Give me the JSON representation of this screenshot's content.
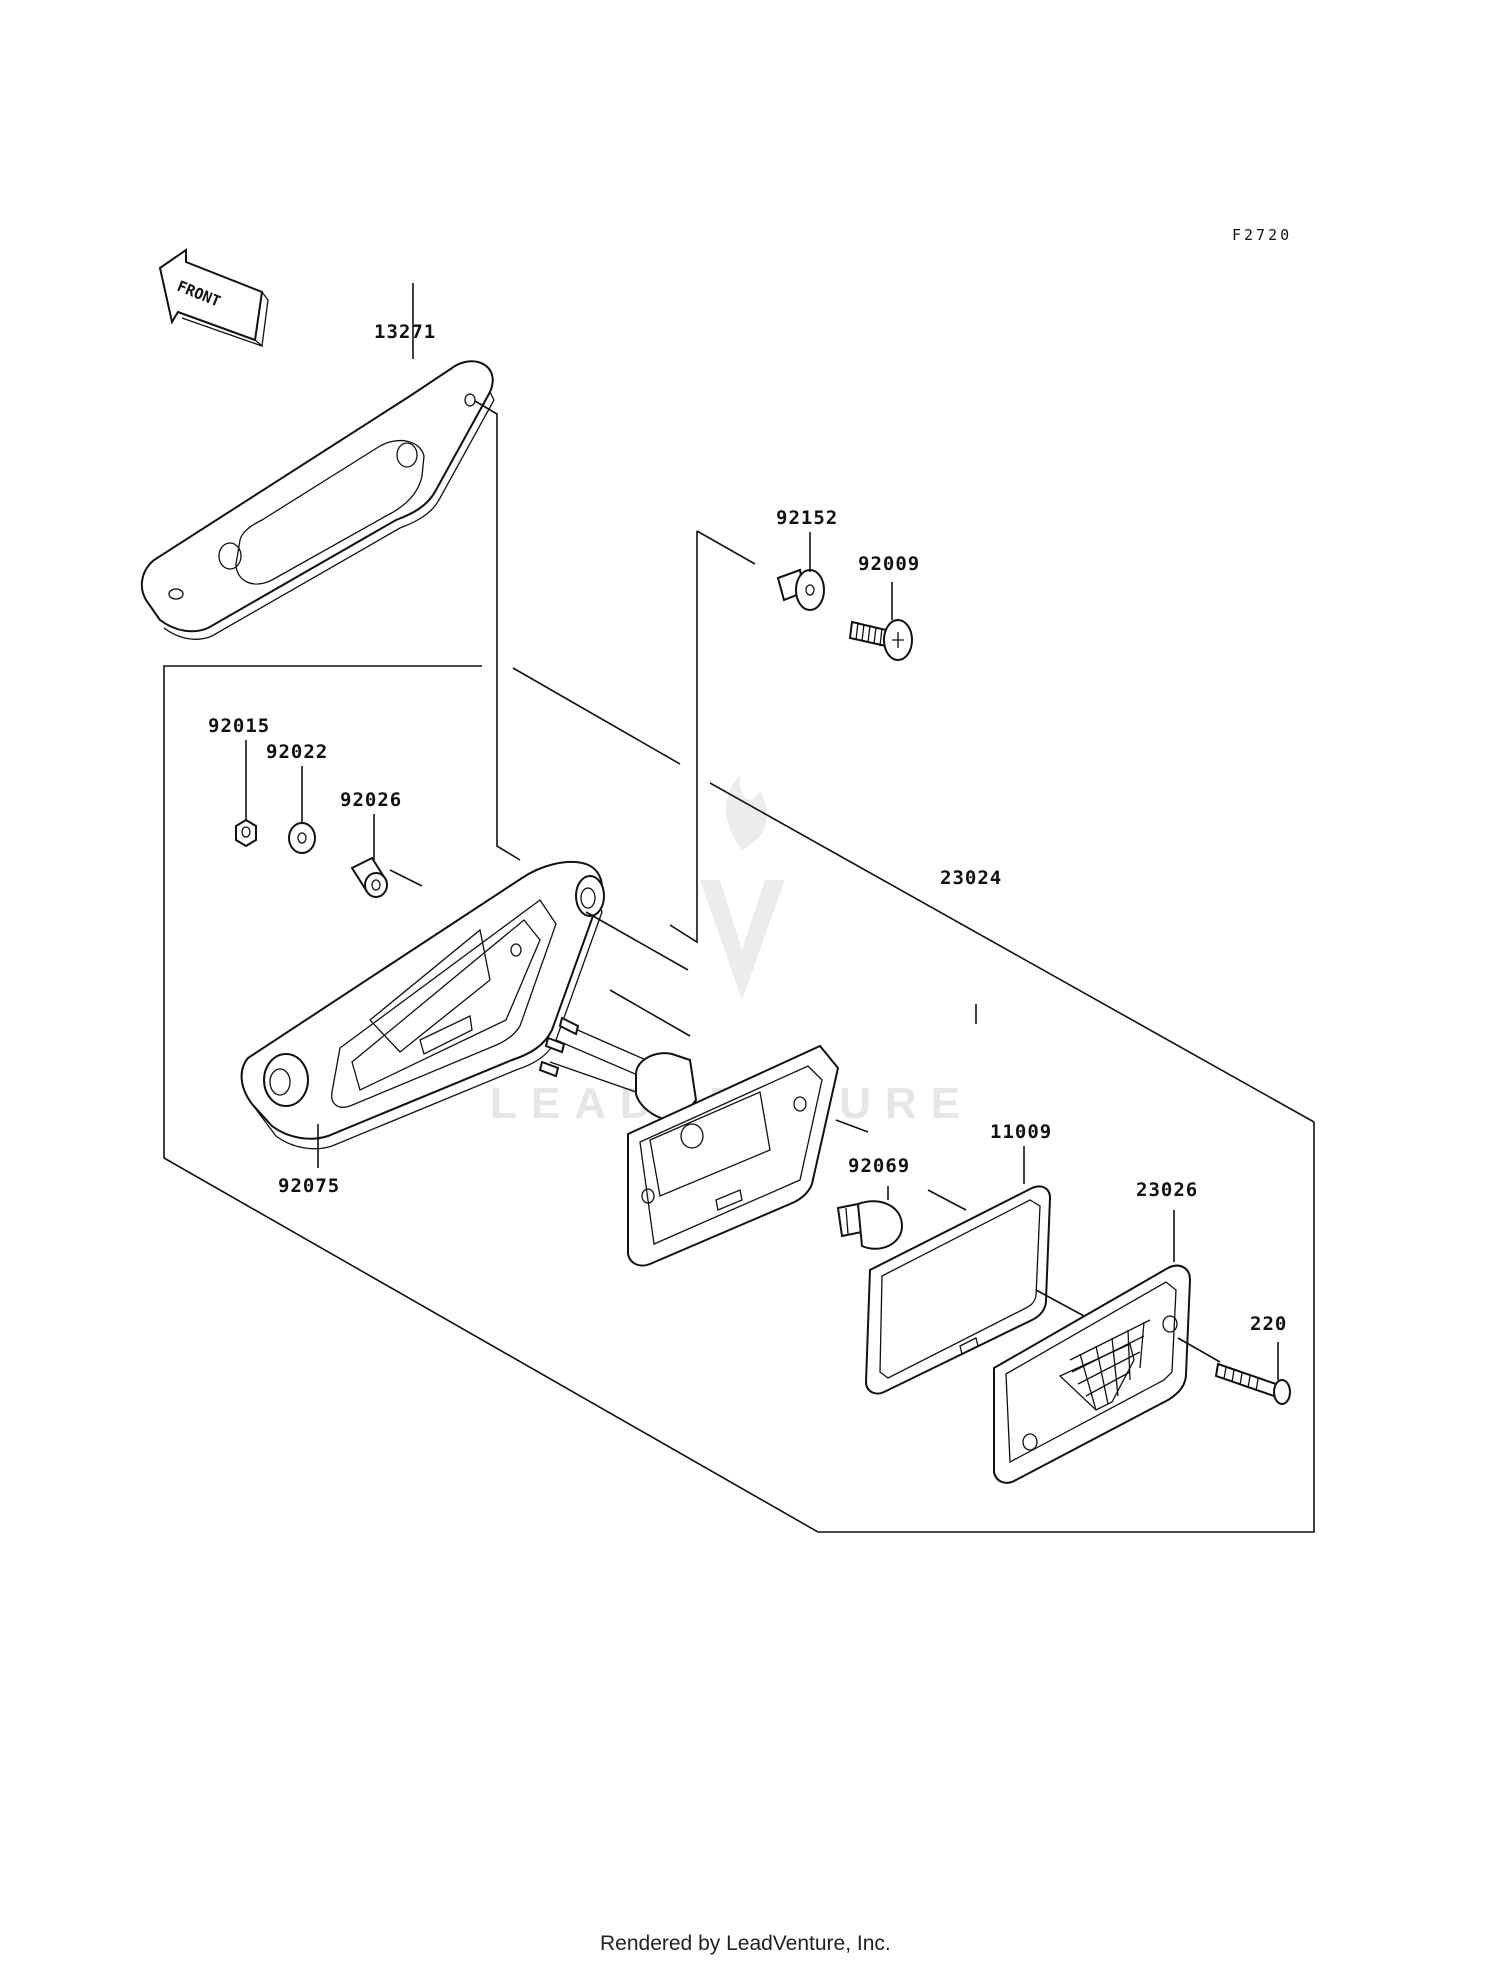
{
  "diagram": {
    "code": "F2720",
    "front_label": "FRONT",
    "watermark": "LEADVENTURE",
    "footer": "Rendered by LeadVenture, Inc.",
    "parts": [
      {
        "id": "13271"
      },
      {
        "id": "92152"
      },
      {
        "id": "92009"
      },
      {
        "id": "92015"
      },
      {
        "id": "92022"
      },
      {
        "id": "92026"
      },
      {
        "id": "23024"
      },
      {
        "id": "92075"
      },
      {
        "id": "11009"
      },
      {
        "id": "92069"
      },
      {
        "id": "23026"
      },
      {
        "id": "220"
      }
    ]
  }
}
